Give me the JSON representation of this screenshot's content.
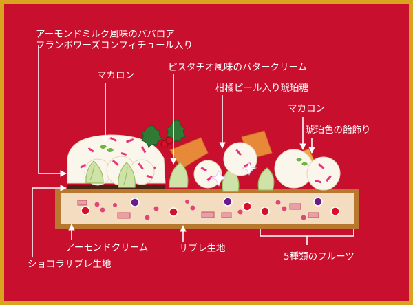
{
  "labels": {
    "bavarois_line1": "アーモンドミルク風味のババロア",
    "bavarois_line2": "フランボワーズコンフィチュール入り",
    "macaron_left": "マカロン",
    "pistachio_cream": "ピスタチオ風味のバタークリーム",
    "citrus_amber": "柑橘ピール入り琥珀糖",
    "macaron_right": "マカロン",
    "amber_candy": "琥珀色の飴飾り",
    "almond_cream": "アーモンドクリーム",
    "sable": "サブレ生地",
    "fruits": "5種類のフルーツ",
    "choco_sable": "ショコラサブレ生地"
  },
  "colors": {
    "background": "#c8102e",
    "border": "#d9a21f",
    "sable_base": "#f3dcc0",
    "almond_cream_layer": "#b9782f",
    "choco_layer": "#4a2410",
    "pistachio": "#cfe3a8",
    "macaron": "#fbf6ec",
    "amber": "#e8893a"
  }
}
